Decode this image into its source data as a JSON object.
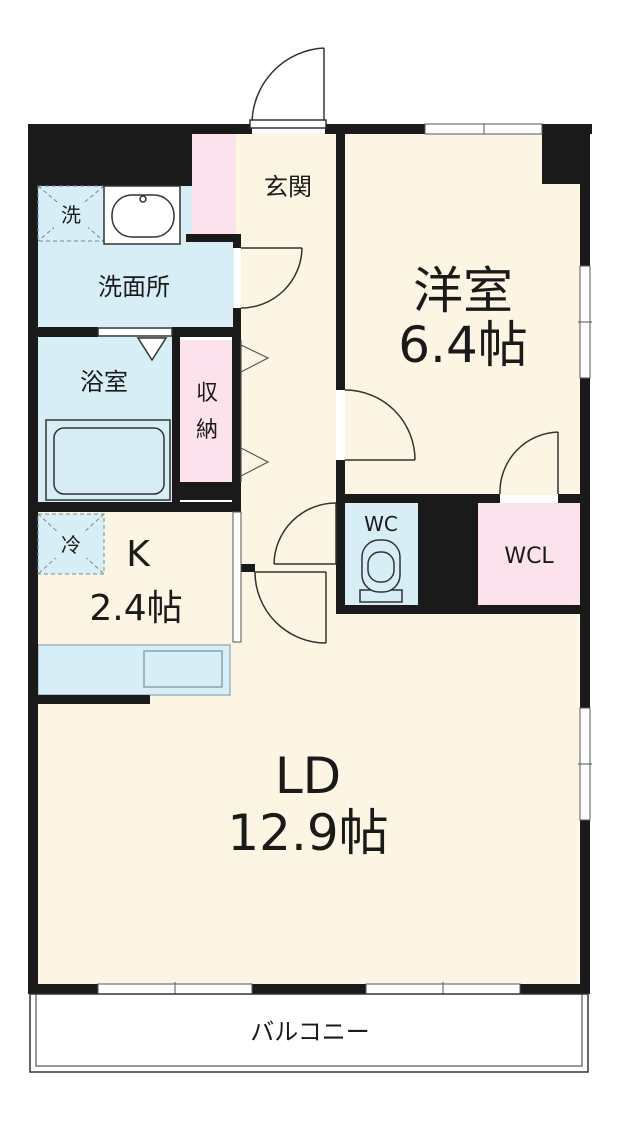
{
  "colors": {
    "floor": "#fdf5e4",
    "water": "#d8eef7",
    "storage": "#fbe2ec",
    "wall": "#1a1a1a",
    "fixture": "#9ab3bf"
  },
  "rooms": {
    "western": {
      "name": "洋室",
      "size": "6.4帖"
    },
    "kitchen": {
      "name": "K",
      "size": "2.4帖"
    },
    "living": {
      "name": "LD",
      "size": "12.9帖"
    },
    "entrance": "玄関",
    "washroom": "洗面所",
    "bath": "浴室",
    "storage": [
      "収",
      "納"
    ],
    "wc": "WC",
    "wcl": "WCL",
    "balcony": "バルコニー"
  },
  "fixtures": {
    "washer": "洗",
    "fridge": "冷"
  }
}
